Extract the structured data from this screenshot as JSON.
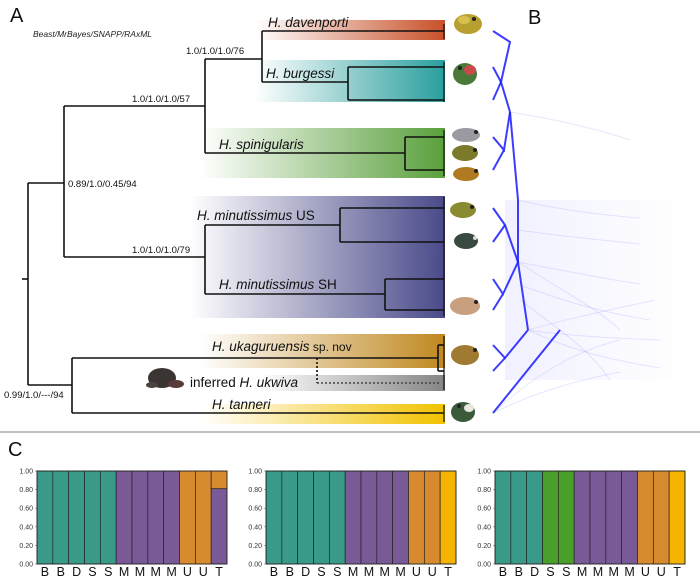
{
  "panels": {
    "a_letter": "A",
    "b_letter": "B",
    "c_letter": "C"
  },
  "tree": {
    "methods_label": "Beast/MrBayes/SNAPP/RAxML",
    "support": {
      "davenporti_burgessi": "1.0/1.0/1.0/76",
      "clade1": "1.0/1.0/1.0/57",
      "main": "0.89/1.0/0.45/94",
      "minutissimus": "1.0/1.0/1.0/79",
      "root": "0.99/1.0/---/94"
    },
    "taxa": [
      {
        "key": "davenporti",
        "name": "H. davenporti",
        "suffix": "",
        "color": "#c8512a"
      },
      {
        "key": "burgessi",
        "name": "H. burgessi",
        "suffix": "",
        "color": "#2a9e9e"
      },
      {
        "key": "spinigularis",
        "name": "H. spinigularis",
        "suffix": "",
        "color": "#5aa03c"
      },
      {
        "key": "minutissimus_us",
        "name": "H. minutissimus",
        "suffix": " US",
        "color": "#5a5a96"
      },
      {
        "key": "minutissimus_sh",
        "name": "H. minutissimus",
        "suffix": " SH",
        "color": "#5a5a96"
      },
      {
        "key": "ukaguruensis",
        "name": "H. ukaguruensis",
        "suffix": " sp. nov",
        "color": "#c8962a"
      },
      {
        "key": "ukwiva",
        "prefix": "inferred ",
        "name": "H. ukwiva",
        "suffix": "",
        "color": "#888888"
      },
      {
        "key": "tanneri",
        "name": "H. tanneri",
        "suffix": "",
        "color": "#f2c200"
      }
    ]
  },
  "colors": {
    "B": "#3a9a8a",
    "D": "#3a9a8a",
    "S_teal": "#3a9a8a",
    "S_green": "#4a9e2a",
    "M": "#7a5a96",
    "U": "#d88a2e",
    "T": "#f4b400",
    "tree_line": "#111111",
    "network": "#1a1aff"
  },
  "chart_data": [
    {
      "type": "bar",
      "title": "",
      "xlabel": "",
      "ylabel": "",
      "ylim": [
        0,
        1
      ],
      "y_ticks": [
        "0.00",
        "0.20",
        "0.40",
        "0.60",
        "0.80",
        "1.00"
      ],
      "categories": [
        "B",
        "B",
        "D",
        "S",
        "S",
        "M",
        "M",
        "M",
        "M",
        "U",
        "U",
        "T"
      ],
      "stacks": [
        {
          "teal": 1
        },
        {
          "teal": 1
        },
        {
          "teal": 1
        },
        {
          "teal": 1
        },
        {
          "teal": 1
        },
        {
          "purple": 1
        },
        {
          "purple": 1
        },
        {
          "purple": 1
        },
        {
          "purple": 1
        },
        {
          "orange": 1
        },
        {
          "orange": 1
        },
        {
          "orange": 0.19,
          "purple": 0.81
        }
      ]
    },
    {
      "type": "bar",
      "title": "",
      "xlabel": "",
      "ylabel": "",
      "ylim": [
        0,
        1
      ],
      "y_ticks": [
        "0.00",
        "0.20",
        "0.40",
        "0.60",
        "0.80",
        "1.00"
      ],
      "categories": [
        "B",
        "B",
        "D",
        "S",
        "S",
        "M",
        "M",
        "M",
        "M",
        "U",
        "U",
        "T"
      ],
      "stacks": [
        {
          "teal": 1
        },
        {
          "teal": 1
        },
        {
          "teal": 1
        },
        {
          "teal": 1
        },
        {
          "teal": 1
        },
        {
          "purple": 1
        },
        {
          "purple": 1
        },
        {
          "purple": 1
        },
        {
          "purple": 1
        },
        {
          "orange": 1
        },
        {
          "orange": 1
        },
        {
          "yellow": 1
        }
      ]
    },
    {
      "type": "bar",
      "title": "",
      "xlabel": "",
      "ylabel": "",
      "ylim": [
        0,
        1
      ],
      "y_ticks": [
        "0.00",
        "0.20",
        "0.40",
        "0.60",
        "0.80",
        "1.00"
      ],
      "categories": [
        "B",
        "B",
        "D",
        "S",
        "S",
        "M",
        "M",
        "M",
        "M",
        "U",
        "U",
        "T"
      ],
      "stacks": [
        {
          "teal": 1
        },
        {
          "teal": 1
        },
        {
          "teal": 1
        },
        {
          "green": 1
        },
        {
          "green": 1
        },
        {
          "purple": 1
        },
        {
          "purple": 1
        },
        {
          "purple": 1
        },
        {
          "purple": 1
        },
        {
          "orange": 1
        },
        {
          "orange": 1
        },
        {
          "yellow": 1
        }
      ]
    }
  ]
}
